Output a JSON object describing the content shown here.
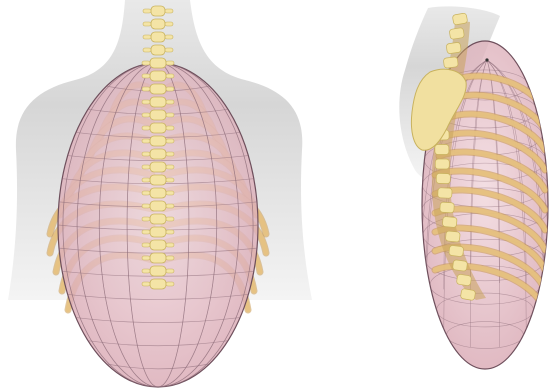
{
  "figure": {
    "views": [
      {
        "id": "posterior",
        "name": "posterior-view"
      },
      {
        "id": "lateral",
        "name": "lateral-view"
      }
    ],
    "colors": {
      "background": "#ffffff",
      "body_silhouette": "#d3d3d3",
      "ellipsoid_fill": "#e6c1c8",
      "ellipsoid_grid": "#8e6d7a",
      "ellipsoid_outline": "#6e4f5c",
      "rib": "#e7c27f",
      "rib_shadow": "#c99a56",
      "vertebra": "#f4e4a6",
      "vertebra_outline": "#c8b25e",
      "scapula": "#f1e0a0"
    },
    "icons": [
      "posterior-thorax-illustration",
      "lateral-thorax-illustration"
    ]
  }
}
